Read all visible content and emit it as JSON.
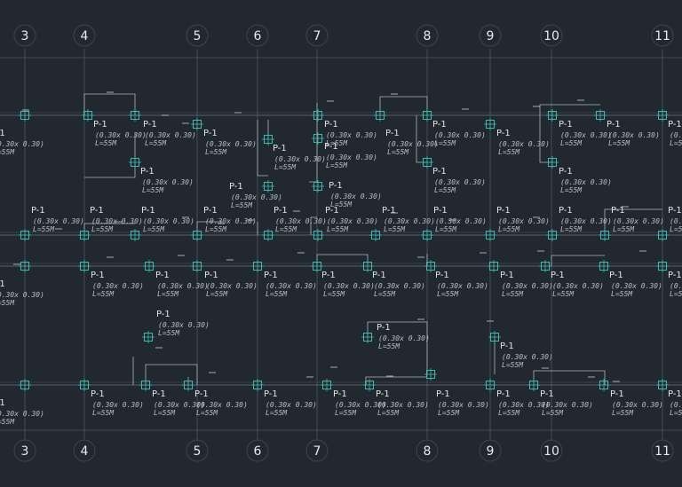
{
  "grid_labels": [
    "3",
    "4",
    "5",
    "6",
    "7",
    "8",
    "9",
    "10",
    "11"
  ],
  "pile": {
    "name": "P-1",
    "size": "(0.30x 0.30)",
    "length": "L=55M"
  },
  "colors": {
    "background": "#212830",
    "pile": "#3fb8b2",
    "grid_line": "#4d5862",
    "text": "#dfe3e6"
  }
}
